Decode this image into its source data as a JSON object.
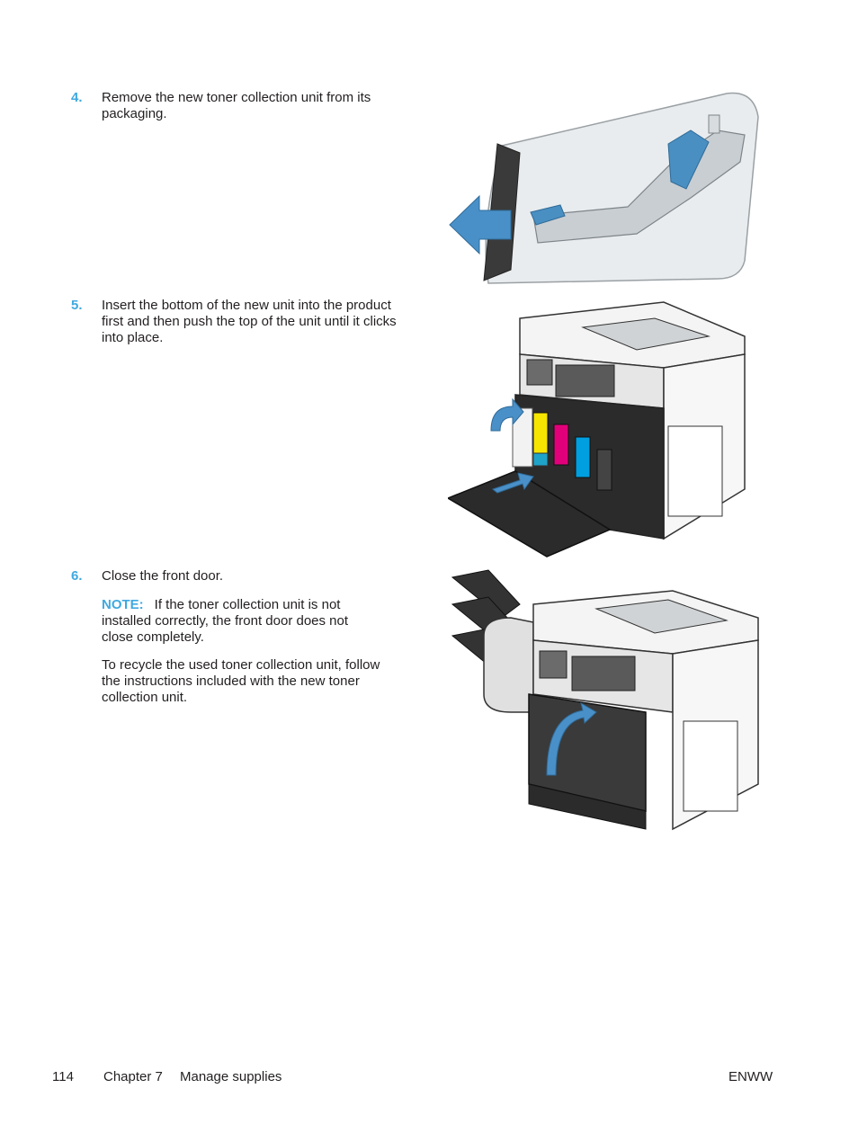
{
  "steps": [
    {
      "number": "4.",
      "text": "Remove the new toner collection unit from its packaging."
    },
    {
      "number": "5.",
      "text": "Insert the bottom of the new unit into the product first and then push the top of the unit until it clicks into place."
    },
    {
      "number": "6.",
      "text": "Close the front door."
    }
  ],
  "note": {
    "label": "NOTE:",
    "text": "If the toner collection unit is not installed correctly, the front door does not close completely."
  },
  "recycle_text": "To recycle the used toner collection unit, follow the instructions included with the new toner collection unit.",
  "footer": {
    "page_number": "114",
    "chapter": "Chapter 7",
    "section": "Manage supplies",
    "right": "ENWW"
  },
  "colors": {
    "accent": "#3fa9e0",
    "text": "#231f20",
    "arrow": "#4a90c8"
  },
  "icons": [
    "arrow-left-icon",
    "arrow-curved-icon",
    "arrow-insert-icon"
  ]
}
